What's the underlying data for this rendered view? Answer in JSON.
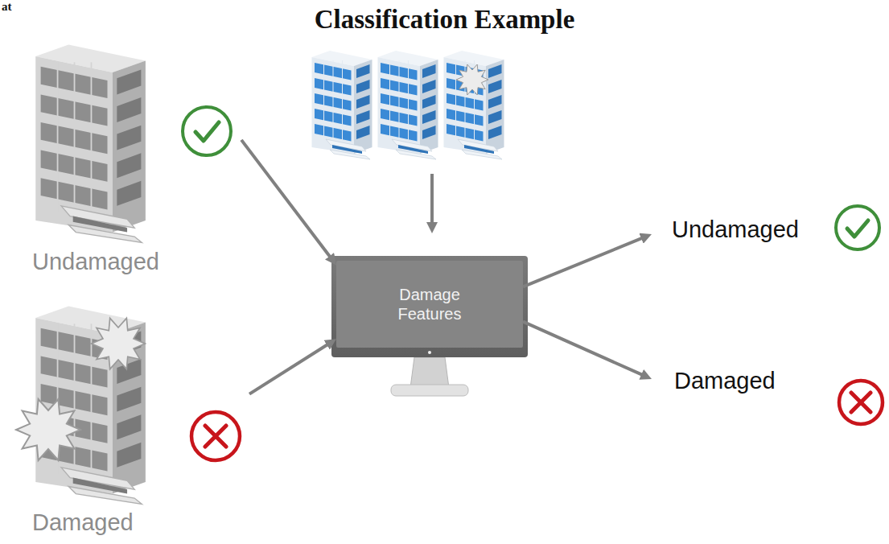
{
  "diagram": {
    "title": "Classification Example",
    "nodes": [
      {
        "text": [
          "Undamaged"
        ]
      },
      {
        "text": [
          "Damaged"
        ]
      },
      {
        "text": [
          "Damage Features"
        ]
      },
      {
        "text": [
          "Undamaged"
        ]
      },
      {
        "text": [
          "Damaged"
        ]
      }
    ],
    "edges": [
      {
        "from": 0,
        "to": 2,
        "arrow": "to"
      },
      {
        "from": 1,
        "to": 2,
        "arrow": "to"
      },
      {
        "from": 2,
        "to": 3,
        "arrow": "to"
      },
      {
        "from": 2,
        "to": 4,
        "arrow": "to"
      }
    ],
    "labels": [
      "at"
    ]
  }
}
